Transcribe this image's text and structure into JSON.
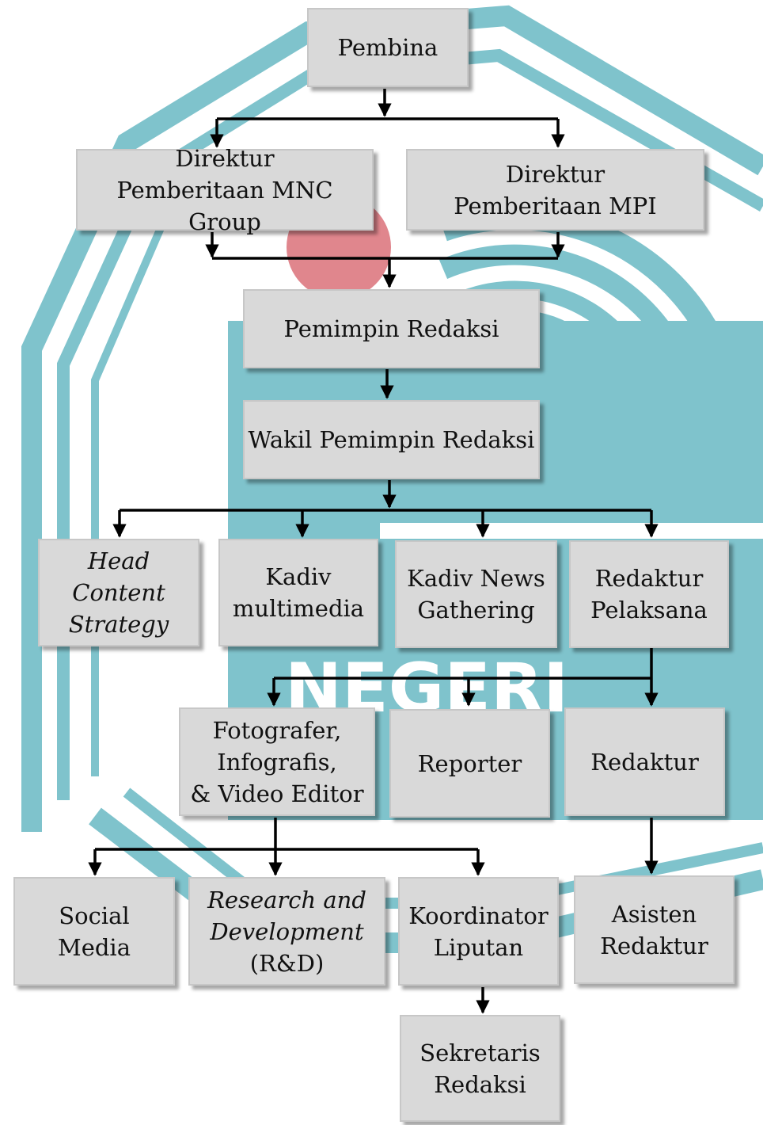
{
  "colors": {
    "watermark_teal": "#7fc3cc",
    "watermark_red": "#e0868d",
    "box_fill": "#d9d9d9",
    "connector": "#000000"
  },
  "watermark": {
    "text": "NEGERI"
  },
  "nodes": {
    "pembina": "Pembina",
    "direktur_mnc": "Direktur\nPemberitaan MNC Group",
    "direktur_mpi": "Direktur\nPemberitaan MPI",
    "pemimpin_redaksi": "Pemimpin Redaksi",
    "wakil_pemimpin_redaksi": "Wakil Pemimpin Redaksi",
    "head_content_strategy": "Head\nContent\nStrategy",
    "kadiv_multimedia": "Kadiv\nmultimedia",
    "kadiv_news_gathering": "Kadiv News\nGathering",
    "redaktur_pelaksana": "Redaktur\nPelaksana",
    "fotografer": "Fotografer,\nInfografis,\n& Video Editor",
    "reporter": "Reporter",
    "redaktur": "Redaktur",
    "social_media": "Social\nMedia",
    "research_development": "Research and\nDevelopment",
    "research_development_abbr": "(R&D)",
    "koordinator_liputan": "Koordinator\nLiputan",
    "asisten_redaktur": "Asisten\nRedaktur",
    "sekretaris_redaksi": "Sekretaris\nRedaksi"
  }
}
